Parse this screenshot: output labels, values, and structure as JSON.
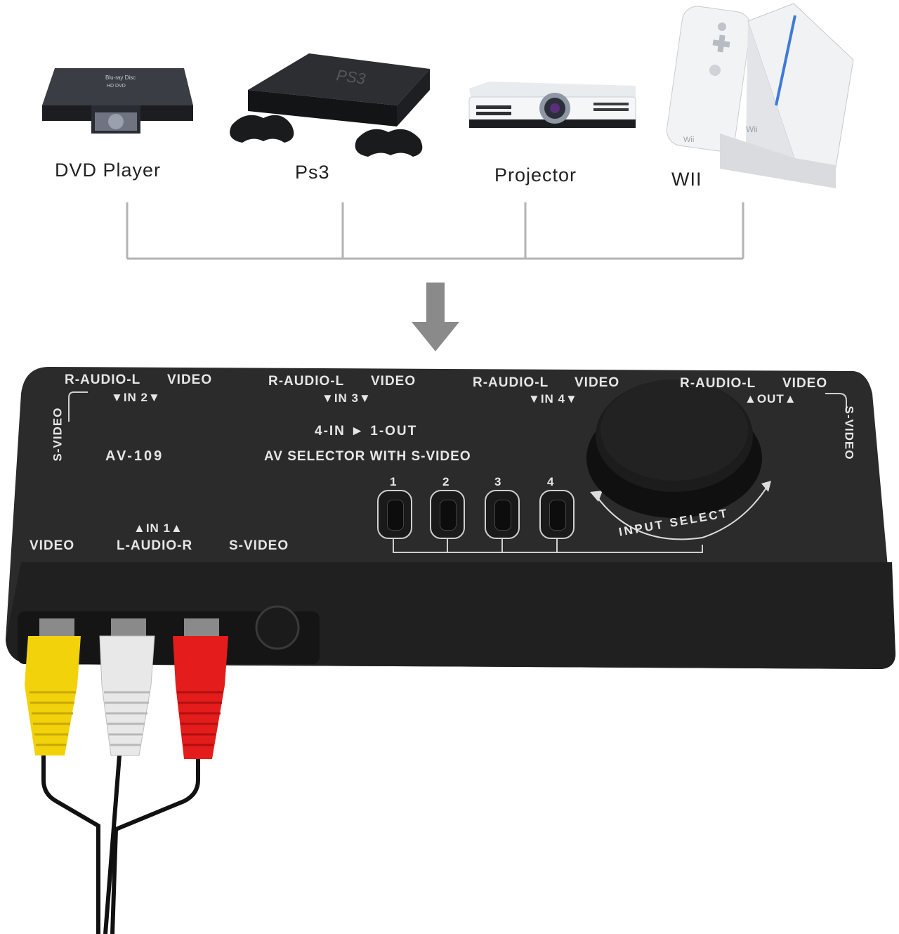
{
  "devices": [
    {
      "id": "dvd",
      "label": "DVD Player"
    },
    {
      "id": "ps3",
      "label": "Ps3"
    },
    {
      "id": "projector",
      "label": "Projector"
    },
    {
      "id": "wii",
      "label": "WII"
    }
  ],
  "product_prints": {
    "dvd_brand": "Blu-ray Disc",
    "dvd_model": "HD DVD",
    "ps3_logo": "PS3",
    "wii_logo_1": "Wii",
    "wii_logo_2": "Wii"
  },
  "switcher": {
    "in2_top": "R-AUDIO-L",
    "in2_video": "VIDEO",
    "in2_label": "▼IN 2▼",
    "in3_top": "R-AUDIO-L",
    "in3_video": "VIDEO",
    "in3_label": "▼IN 3▼",
    "in4_top": "R-AUDIO-L",
    "in4_video": "VIDEO",
    "in4_label": "▼IN 4▼",
    "out_top": "R-AUDIO-L",
    "out_video": "VIDEO",
    "out_label": "▲OUT▲",
    "left_svideo": "S-VIDEO",
    "right_svideo": "S-VIDEO",
    "model": "AV-109",
    "headline": "4-IN ► 1-OUT",
    "subtitle": "AV SELECTOR WITH S-VIDEO",
    "buttons": [
      "1",
      "2",
      "3",
      "4"
    ],
    "knob_label": "INPUT SELECT",
    "in1_label": "▲IN 1▲",
    "front_video": "VIDEO",
    "front_audio": "L-AUDIO-R",
    "front_svideo": "S-VIDEO"
  },
  "colors": {
    "bracket": "#b3b3b3",
    "arrow": "#8a8a8a",
    "panel": "#2b2b2b",
    "panel_text": "#e6e6e6",
    "yellow_plug": "#f2d20a",
    "white_plug": "#e8e8e8",
    "red_plug": "#e41c1c"
  }
}
